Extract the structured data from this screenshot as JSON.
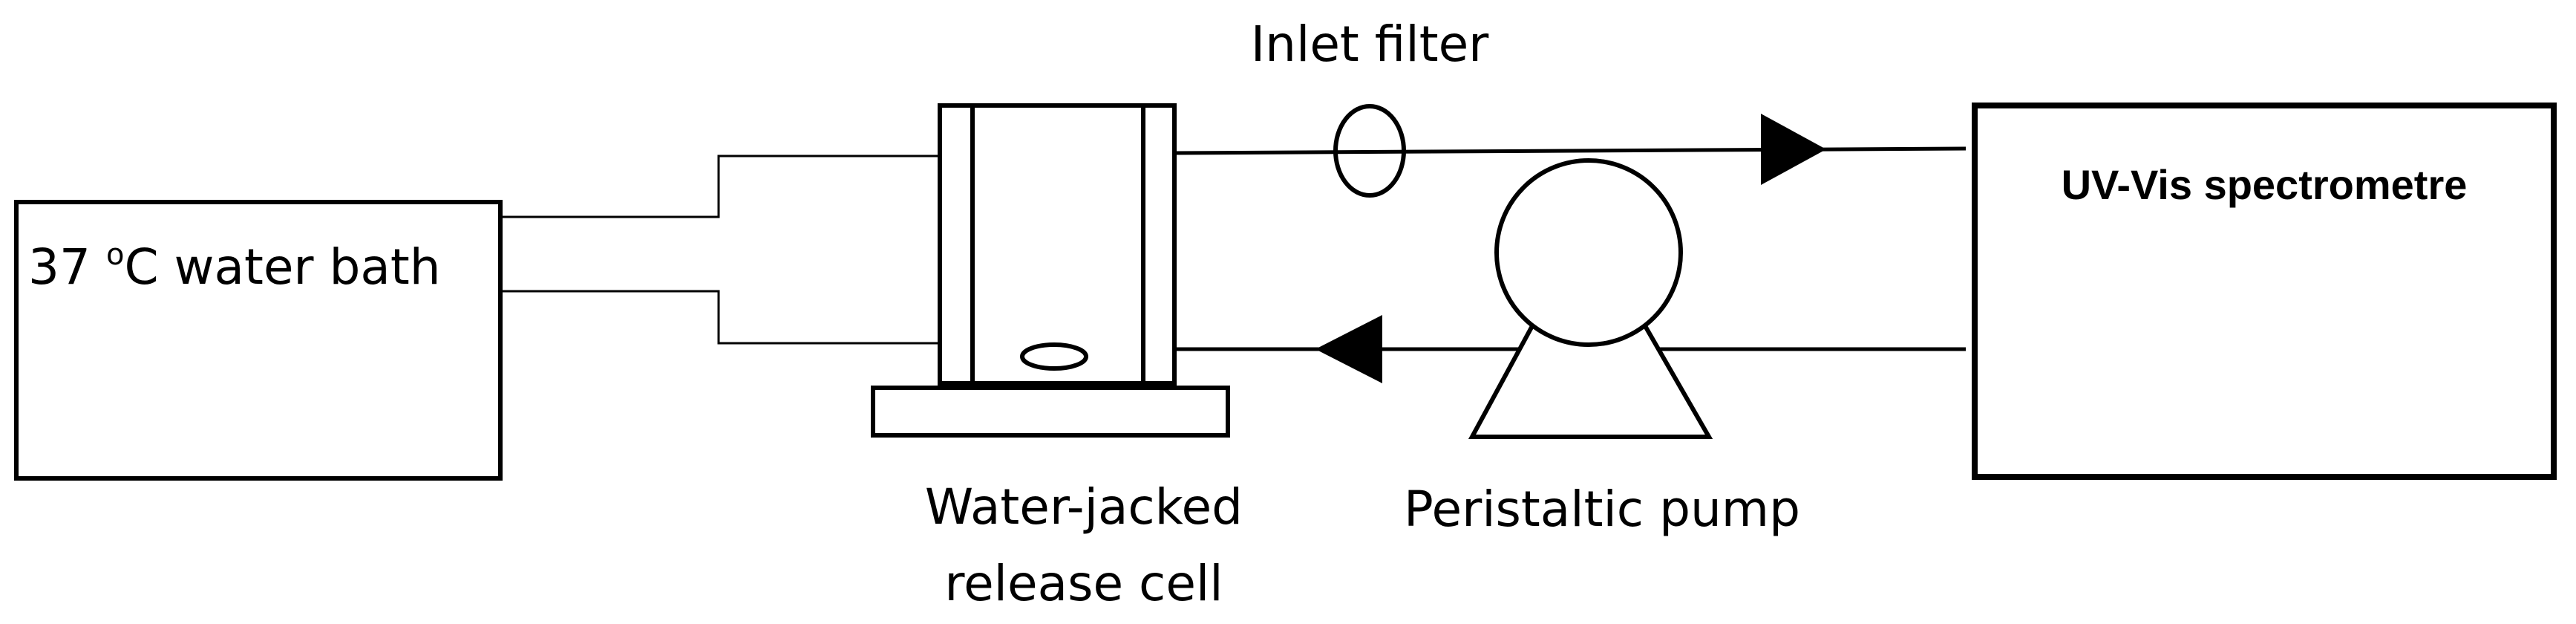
{
  "labels": {
    "water_bath": {
      "prefix": "37 ",
      "superscript": "o",
      "suffix": "C water bath"
    },
    "inlet_filter": "Inlet filter",
    "spectrometer": "UV-Vis spectrometre",
    "release_cell_line1": "Water-jacked",
    "release_cell_line2": "release cell",
    "pump": "Peristaltic pump"
  },
  "colors": {
    "stroke": "#000000",
    "background": "#ffffff"
  }
}
